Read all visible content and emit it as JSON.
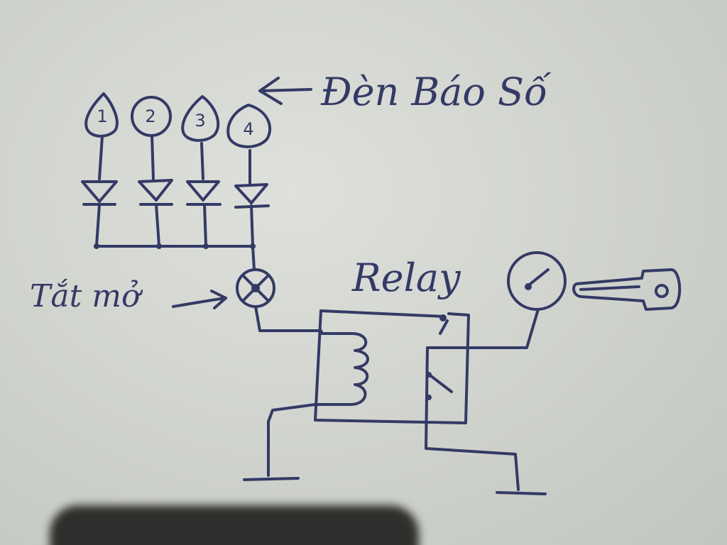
{
  "annotations": {
    "gear_lights_label": "Đèn Báo Số",
    "neutral_lamp_label": "Tắt mở",
    "relay_label": "Relay"
  },
  "gear_lamps": [
    {
      "number": "1"
    },
    {
      "number": "2"
    },
    {
      "number": "3"
    },
    {
      "number": "4"
    }
  ],
  "icons": {
    "lamp": "lamp-circle-icon",
    "diode": "diode-icon",
    "neutral_lamp": "crossed-lamp-icon",
    "relay_coil": "coil-icon",
    "relay_switch": "switch-contact-icon",
    "ignition": "ignition-lamp-icon",
    "key": "key-icon",
    "ground": "ground-icon"
  },
  "colors": {
    "ink": "#343a66",
    "paper": "#d7d9d4"
  }
}
